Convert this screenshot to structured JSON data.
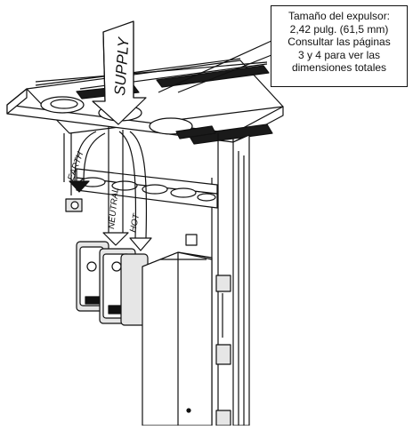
{
  "callout": {
    "lines": [
      "Tamaño del expulsor:",
      "2,42 pulg.  (61,5 mm)",
      "Consultar las páginas",
      "3 y 4 para ver las",
      "dimensiones totales"
    ]
  },
  "labels": {
    "supply": "SUPPLY",
    "earth": "EARTH",
    "neutral": "NEUTRAL",
    "hot": "HOT"
  },
  "colors": {
    "line": "#111111",
    "panel_fill": "#ffffff",
    "vent_fill": "#1a1a1a",
    "terminal_fill": "#e6e6e6"
  }
}
